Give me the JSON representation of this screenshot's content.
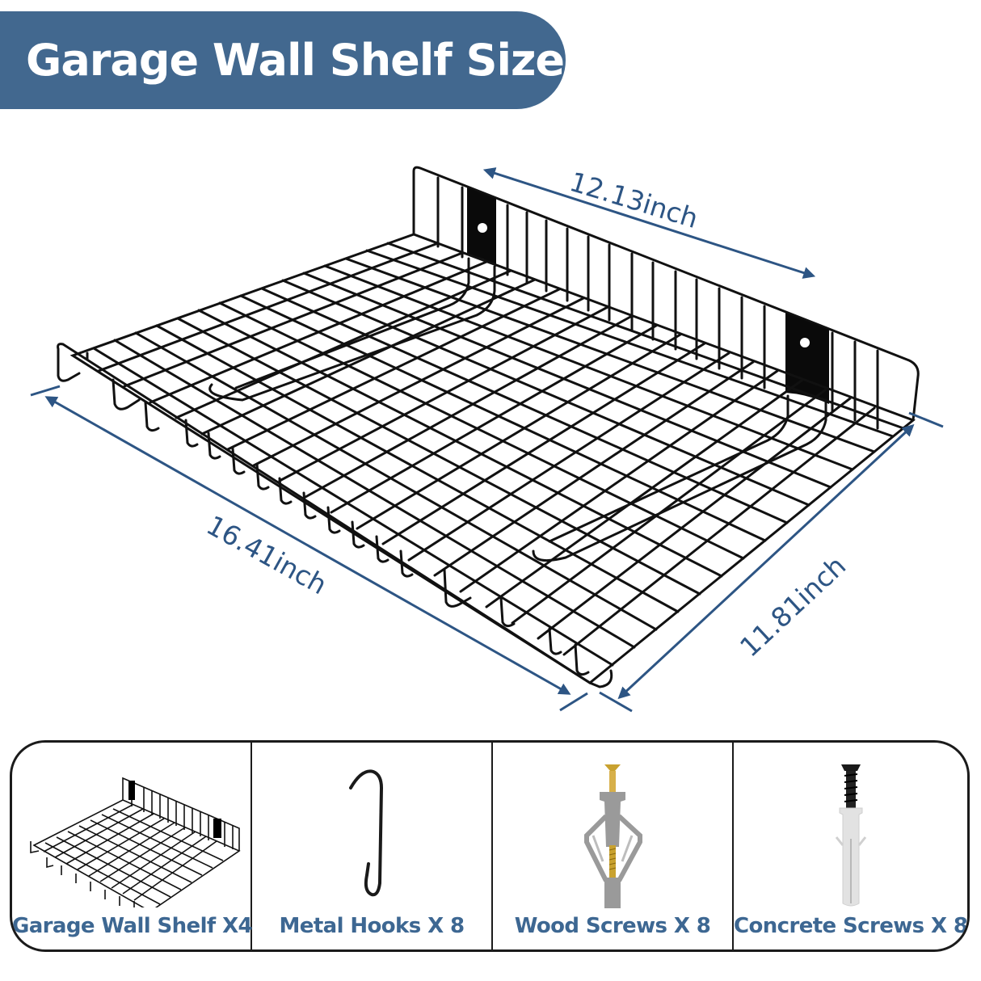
{
  "header": {
    "title": "Garage Wall Shelf Size",
    "banner_color": "#42688f"
  },
  "product": {
    "name": "Garage Wall Shelf",
    "wire_color": "#111111",
    "dimensions": {
      "back_width": "12.13inch",
      "front_length": "16.41inch",
      "depth": "11.81inch",
      "dimension_line_color": "#2d5584"
    }
  },
  "package_contents": {
    "label_color": "#3d6792",
    "items": [
      {
        "label": "Garage Wall Shelf  X4",
        "icon": "wire-shelf-icon"
      },
      {
        "label": "Metal Hooks  X 8",
        "icon": "s-hook-icon"
      },
      {
        "label": "Wood Screws  X 8",
        "icon": "wood-screw-anchor-icon"
      },
      {
        "label": "Concrete Screws  X 8",
        "icon": "concrete-screw-anchor-icon"
      }
    ]
  }
}
